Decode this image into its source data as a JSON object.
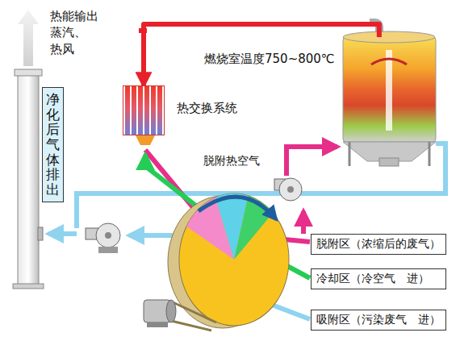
{
  "diagram": {
    "nodes": [
      {
        "text": [
          "净化后气体排出"
        ]
      },
      {
        "text": [
          "热交换系统"
        ]
      },
      {
        "text": [
          "燃烧室温度750~800℃"
        ]
      },
      {
        "text": [
          "脱附区（浓缩后的废气）"
        ]
      },
      {
        "text": [
          "冷却区（冷空气　进）"
        ]
      },
      {
        "text": [
          "吸附区（污染废气　进）"
        ]
      }
    ],
    "edges": [
      {
        "from": 2,
        "to": 1,
        "arrow": "to"
      }
    ],
    "labels": [
      "热能输出 蒸汽、热风",
      "脱附热空气"
    ]
  }
}
